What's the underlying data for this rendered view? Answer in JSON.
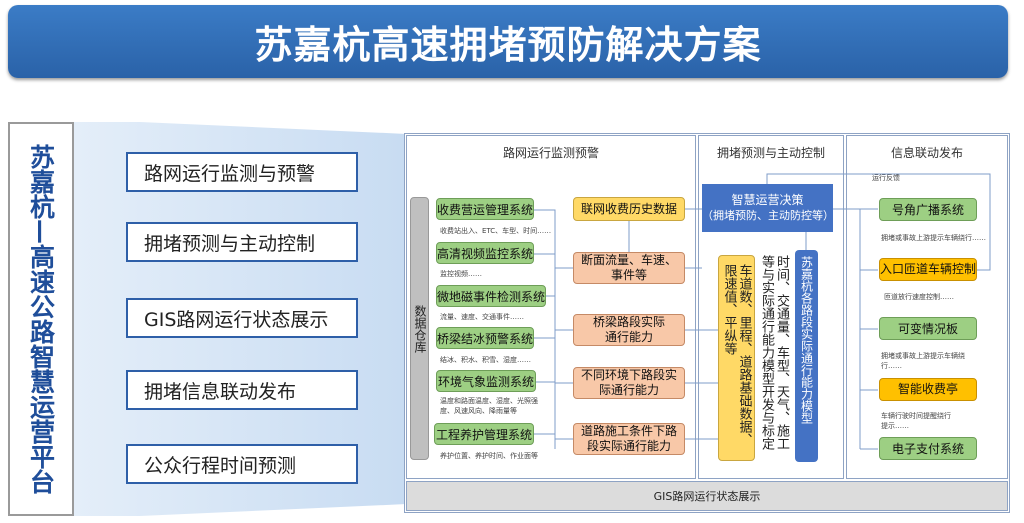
{
  "title": "苏嘉杭高速拥堵预防解决方案",
  "platform": "苏嘉杭—高速公路智慧运营平台",
  "menu": [
    "路网运行监测与预警",
    "拥堵预测与主动控制",
    "GIS路网运行状态展示",
    "拥堵信息联动发布",
    "公众行程时间预测"
  ],
  "panel1": {
    "title": "路网运行监测预警",
    "warehouse": "数据仓库",
    "systems": [
      {
        "name": "收费营运管理系统",
        "caption": "收费站出入、ETC、车型、时间……"
      },
      {
        "name": "高清视频监控系统",
        "caption": "监控视频……"
      },
      {
        "name": "微地磁事件检测系统",
        "caption": "流量、速度、交通事件……"
      },
      {
        "name": "桥梁结冰预警系统",
        "caption": "结冰、积水、积雪、湿度……"
      },
      {
        "name": "环境气象监测系统",
        "caption": "温度和路面温度、湿度、光照强度、风速风向、降雨量等"
      },
      {
        "name": "工程养护管理系统",
        "caption": "养护位置、养护时间、作业面等"
      }
    ],
    "outputs": [
      "联网收费历史数据",
      "断面流量、车速、事件等",
      "桥梁路段实际通行能力",
      "不同环境下路段实际通行能力",
      "道路施工条件下路段实际通行能力"
    ]
  },
  "panel2": {
    "title": "拥堵预测与主动控制",
    "decision": "智慧运营决策",
    "decision_sub": "（拥堵预防、主动防控等）",
    "road_data": "车道数、里程、道路基础数据、限速值、平纵等",
    "model_dev": "时间、交通量、车型、天气、施工等与实际通行能力模型开发与标定",
    "model": "苏嘉杭各路段实际通行能力模型"
  },
  "panel3": {
    "title": "信息联动发布",
    "feedback": "运行反馈",
    "items": [
      {
        "name": "号角广播系统",
        "caption": "拥堵或事故上游提示车辆绕行……"
      },
      {
        "name": "入口匝道车辆控制",
        "caption": "匝道放行速度控制……"
      },
      {
        "name": "可变情况板",
        "caption": "拥堵或事故上游提示车辆绕行……"
      },
      {
        "name": "智能收费亭",
        "caption": "车辆行驶时间提醒绕行提示……"
      },
      {
        "name": "电子支付系统",
        "caption": ""
      }
    ]
  },
  "gis_bar": "GIS路网运行状态展示",
  "colors": {
    "title_blue": "#2e6db4",
    "green": "#9dcf83",
    "orange": "#f8c8a8",
    "yellow": "#ffd966",
    "amber": "#ffc000",
    "blue": "#4472c4"
  }
}
